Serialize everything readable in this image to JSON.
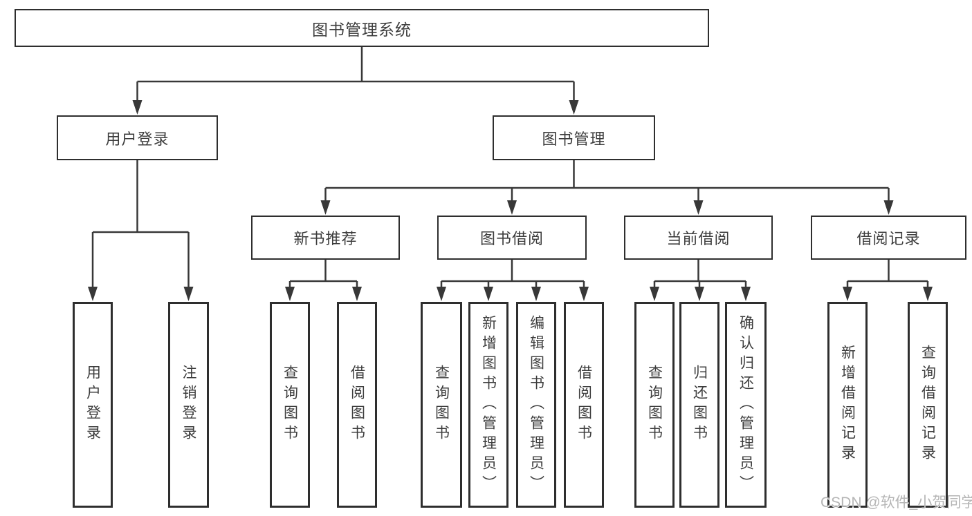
{
  "diagram": {
    "type": "hierarchy-tree",
    "root": {
      "label": "图书管理系统"
    },
    "level2": [
      {
        "label": "用户登录"
      },
      {
        "label": "图书管理"
      }
    ],
    "level3": [
      {
        "label": "新书推荐",
        "parent": "图书管理"
      },
      {
        "label": "图书借阅",
        "parent": "图书管理"
      },
      {
        "label": "当前借阅",
        "parent": "图书管理"
      },
      {
        "label": "借阅记录",
        "parent": "图书管理"
      }
    ],
    "leaves": [
      {
        "label": "用户登录",
        "parent": "用户登录"
      },
      {
        "label": "注销登录",
        "parent": "用户登录"
      },
      {
        "label": "查询图书",
        "parent": "新书推荐"
      },
      {
        "label": "借阅图书",
        "parent": "新书推荐"
      },
      {
        "label": "查询图书",
        "parent": "图书借阅"
      },
      {
        "label": "新增图书（管理员）",
        "parent": "图书借阅"
      },
      {
        "label": "编辑图书（管理员）",
        "parent": "图书借阅"
      },
      {
        "label": "借阅图书",
        "parent": "图书借阅"
      },
      {
        "label": "查询图书",
        "parent": "当前借阅"
      },
      {
        "label": "归还图书",
        "parent": "当前借阅"
      },
      {
        "label": "确认归还（管理员）",
        "parent": "当前借阅"
      },
      {
        "label": "新增借阅记录",
        "parent": "借阅记录"
      },
      {
        "label": "查询借阅记录",
        "parent": "借阅记录"
      }
    ],
    "colors": {
      "background": "#ffffff",
      "box_border": "#2e2e2e",
      "text": "#3d3d3d",
      "connector": "#383838",
      "watermark": "#b5b5b5"
    }
  },
  "watermark": {
    "text": "CSDN @软件_小贺同学"
  }
}
